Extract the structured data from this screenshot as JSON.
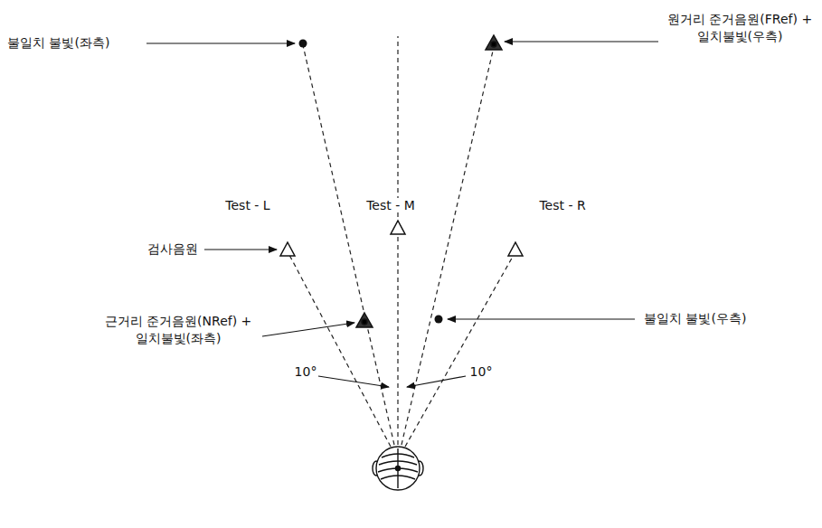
{
  "diagram": {
    "labels": [
      "불일치 불빛(좌측)",
      "원거리 준거음원(FRef) + 일치불빛(우측)",
      "Test - L",
      "Test - M",
      "Test - R",
      "검사음원",
      "근거리 준거음원(NRef) + 일치불빛(좌측)",
      "불일치 불빛(우측)",
      "10°",
      "10°"
    ]
  }
}
